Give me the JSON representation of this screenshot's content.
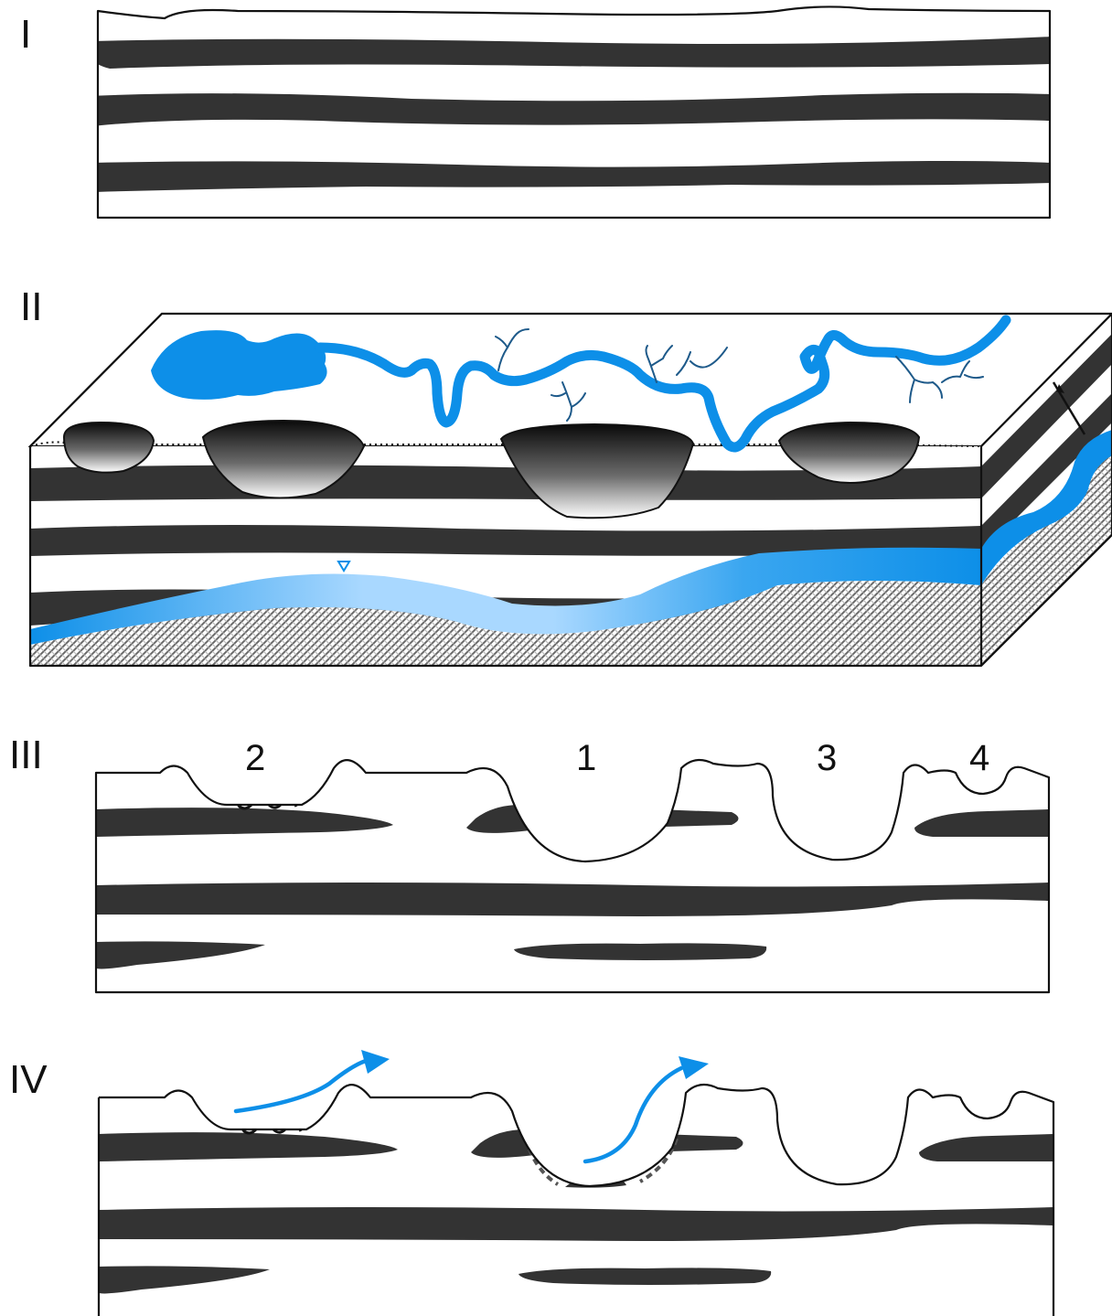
{
  "panels": {
    "p1": {
      "label": "I"
    },
    "p2": {
      "label": "II"
    },
    "p3": {
      "label": "III",
      "sinks": [
        "2",
        "1",
        "3",
        "4"
      ]
    },
    "p4": {
      "label": "IV"
    }
  },
  "colors": {
    "strata": "#333333",
    "water": "#0d8fe8",
    "groundwater_light": "#a9d8ff",
    "outline": "#111111"
  }
}
